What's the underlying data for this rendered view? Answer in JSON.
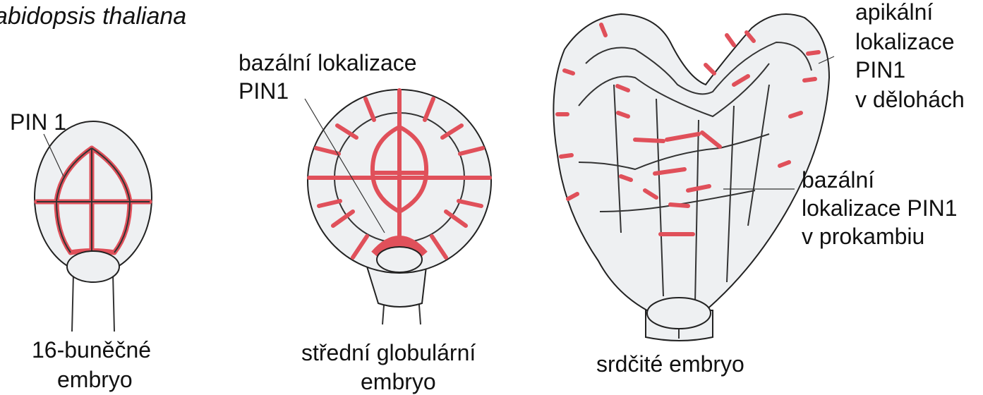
{
  "title": "abidopsis thaliana",
  "colors": {
    "pin": "#e0505a",
    "cell_fill": "#eef0f2",
    "outline": "#222222"
  },
  "labels": {
    "e1_pin": "PIN 1",
    "e1_caption_line1": "16-buněčné",
    "e1_caption_line2": "embryo",
    "e2_pin_line1": "bazální lokalizace",
    "e2_pin_line2": "PIN1",
    "e2_caption_line1": "střední globulární",
    "e2_caption_line2": "embryo",
    "e3_apical_line1": "apikální",
    "e3_apical_line2": "lokalizace",
    "e3_apical_line3": "PIN1",
    "e3_apical_line4": "v dělohách",
    "e3_basal_line1": "bazální",
    "e3_basal_line2": "lokalizace PIN1",
    "e3_basal_line3": "v prokambiu",
    "e3_caption": "srdčité embryo"
  }
}
